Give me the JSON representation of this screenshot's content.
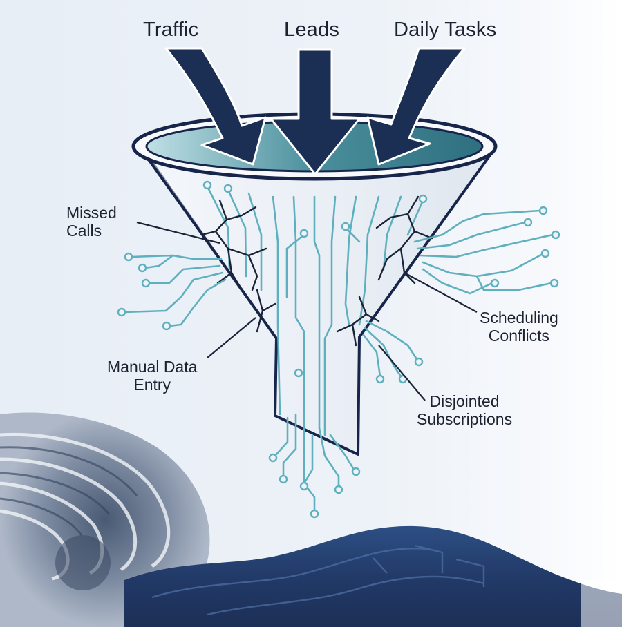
{
  "inputs": [
    "Traffic",
    "Leads",
    "Daily Tasks"
  ],
  "pain_points": {
    "missed_calls": [
      "Missed",
      "Calls"
    ],
    "manual_data_entry": [
      "Manual Data",
      "Entry"
    ],
    "scheduling_conflicts": [
      "Scheduling",
      "Conflicts"
    ],
    "disjointed_subscriptions": [
      "Disjointed",
      "Subscriptions"
    ]
  },
  "colors": {
    "arrow": "#1b2e53",
    "funnel_outline": "#17254a",
    "funnel_liquid": "#4a8f9c",
    "circuit": "#5fb0be",
    "wave_dark": "#253d6e",
    "wave_light": "#9aa7b8",
    "text": "#1c2230"
  }
}
